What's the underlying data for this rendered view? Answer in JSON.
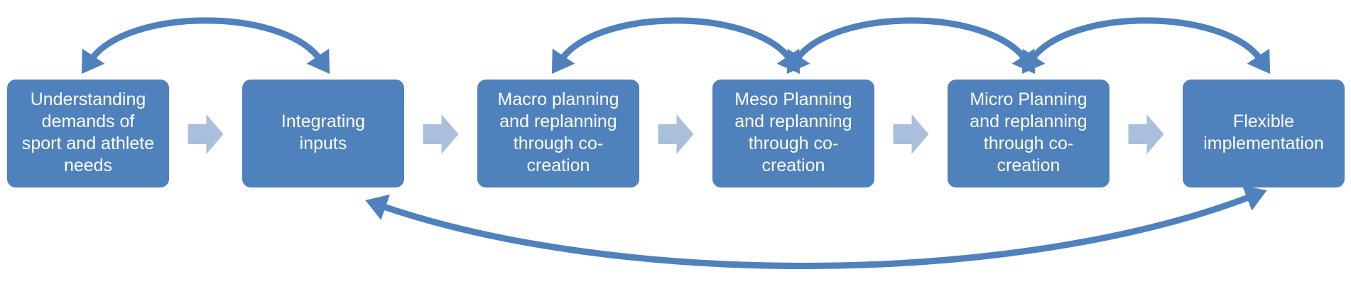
{
  "diagram": {
    "colors": {
      "box": "#4f81bd",
      "box_text": "#ffffff",
      "flow_arrow": "#a9bfdc",
      "feedback_arrow": "#4f81bd",
      "background": "#ffffff"
    },
    "nodes": [
      {
        "id": "understanding",
        "lines": [
          "Understanding",
          "demands of",
          "sport and athlete",
          "needs"
        ]
      },
      {
        "id": "integrating",
        "lines": [
          "Integrating",
          "inputs"
        ]
      },
      {
        "id": "macro",
        "lines": [
          "Macro planning",
          "and replanning",
          "through co-",
          "creation"
        ]
      },
      {
        "id": "meso",
        "lines": [
          "Meso Planning",
          "and replanning",
          "through co-",
          "creation"
        ]
      },
      {
        "id": "micro",
        "lines": [
          "Micro Planning",
          "and replanning",
          "through co-",
          "creation"
        ]
      },
      {
        "id": "flexible",
        "lines": [
          "Flexible",
          "implementation"
        ]
      }
    ],
    "flow_edges": [
      {
        "from": "understanding",
        "to": "integrating"
      },
      {
        "from": "integrating",
        "to": "macro"
      },
      {
        "from": "macro",
        "to": "meso"
      },
      {
        "from": "meso",
        "to": "micro"
      },
      {
        "from": "micro",
        "to": "flexible"
      }
    ],
    "feedback_edges": [
      {
        "from": "understanding",
        "to": "integrating",
        "position": "top",
        "direction": "both"
      },
      {
        "from": "macro",
        "to": "meso",
        "position": "top",
        "direction": "both"
      },
      {
        "from": "meso",
        "to": "micro",
        "position": "top",
        "direction": "both"
      },
      {
        "from": "micro",
        "to": "flexible",
        "position": "top",
        "direction": "both"
      },
      {
        "from": "integrating",
        "to": "flexible",
        "position": "bottom",
        "direction": "both"
      }
    ]
  }
}
